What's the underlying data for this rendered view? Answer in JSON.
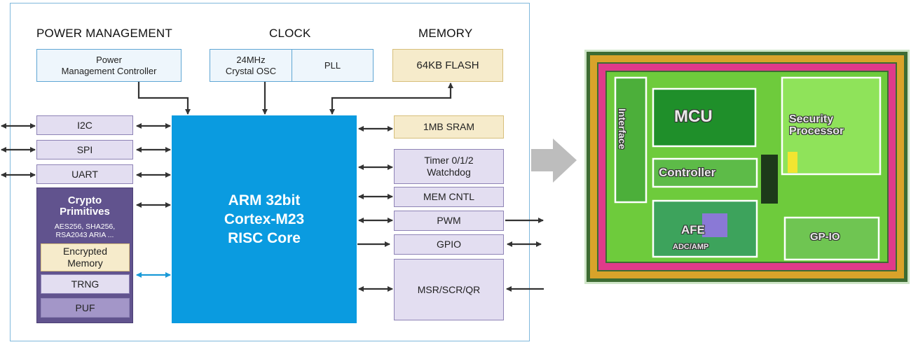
{
  "headers": {
    "power": "POWER  MANAGEMENT",
    "clock": "CLOCK",
    "memory": "MEMORY"
  },
  "blocks": {
    "power_controller": "Power\nManagement Controller",
    "crystal_osc": "24MHz\nCrystal OSC",
    "pll": "PLL",
    "flash": "64KB FLASH",
    "i2c": "I2C",
    "spi": "SPI",
    "uart": "UART",
    "crypto_title": "Crypto\nPrimitives",
    "crypto_algos": "AES256, SHA256,\nRSA2043 ARIA ...",
    "encrypted_memory": "Encrypted\nMemory",
    "trng": "TRNG",
    "puf": "PUF",
    "core": "ARM 32bit\nCortex-M23\nRISC Core",
    "sram": "1MB SRAM",
    "timer": "Timer 0/1/2\nWatchdog",
    "mem_cntl": "MEM CNTL",
    "pwm": "PWM",
    "gpio": "GPIO",
    "msr": "MSR/SCR/QR"
  },
  "chip_layout": {
    "interface": "Interface",
    "mcu": "MCU",
    "security_processor": "Security\nProcessor",
    "controller": "Controller",
    "afe": "AFE",
    "adc_amp": "ADC/AMP",
    "gpio": "GP-IO"
  },
  "colors": {
    "core": "#0a9be0",
    "crypto": "#61538e",
    "peripheral": "#e3def1",
    "memory": "#f6ebcb",
    "power_clock": "#eef6fc",
    "arrow_dark": "#333333",
    "arrow_blue": "#1a9ad7",
    "transition_arrow": "#bdbdbd"
  }
}
